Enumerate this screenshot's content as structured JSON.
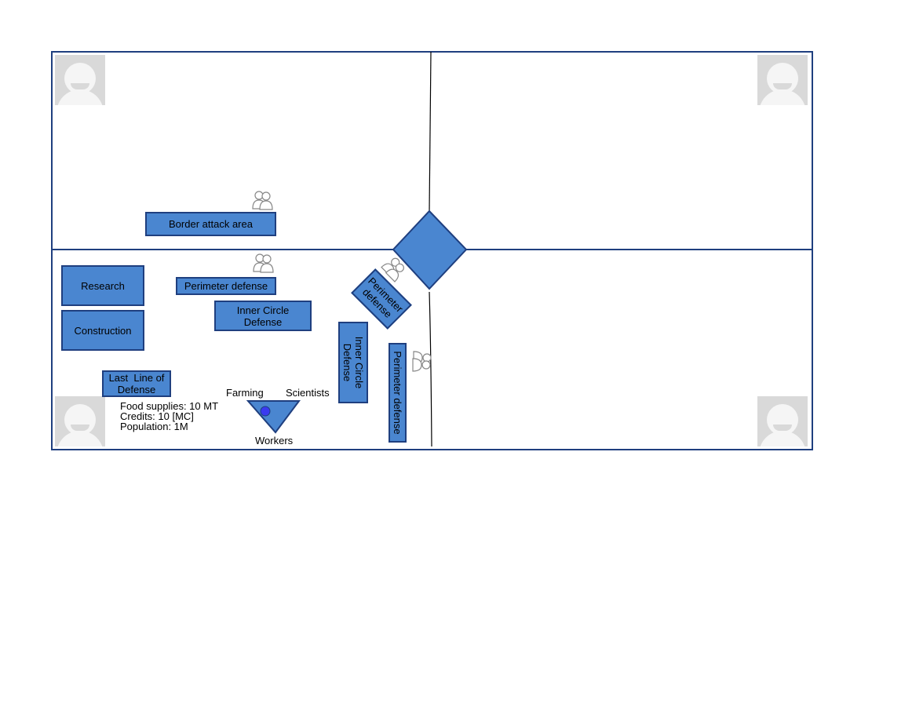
{
  "colors": {
    "box_fill": "#4a86d0",
    "border": "#1f3f7f",
    "marker": "#3a3af0"
  },
  "boxes": {
    "border_attack": "Border attack area",
    "research": "Research",
    "construction": "Construction",
    "perimeter_top": "Perimeter defense",
    "inner_circle_mid": "Inner Circle Defense",
    "last_line": "Last  Line of Defense",
    "perimeter_diag": "Perimeter defense",
    "inner_circle_vertical": "Inner Circle Defense",
    "perimeter_vertical": "Perimeter defense"
  },
  "triangle": {
    "farming": "Farming",
    "scientists": "Scientists",
    "workers": "Workers"
  },
  "stats": {
    "food": "Food supplies: 10 MT",
    "credits": "Credits: 10 [MC]",
    "population": "Population: 1M"
  },
  "icons": {
    "avatar": "user-avatar-icon",
    "group": "people-group-icon"
  }
}
